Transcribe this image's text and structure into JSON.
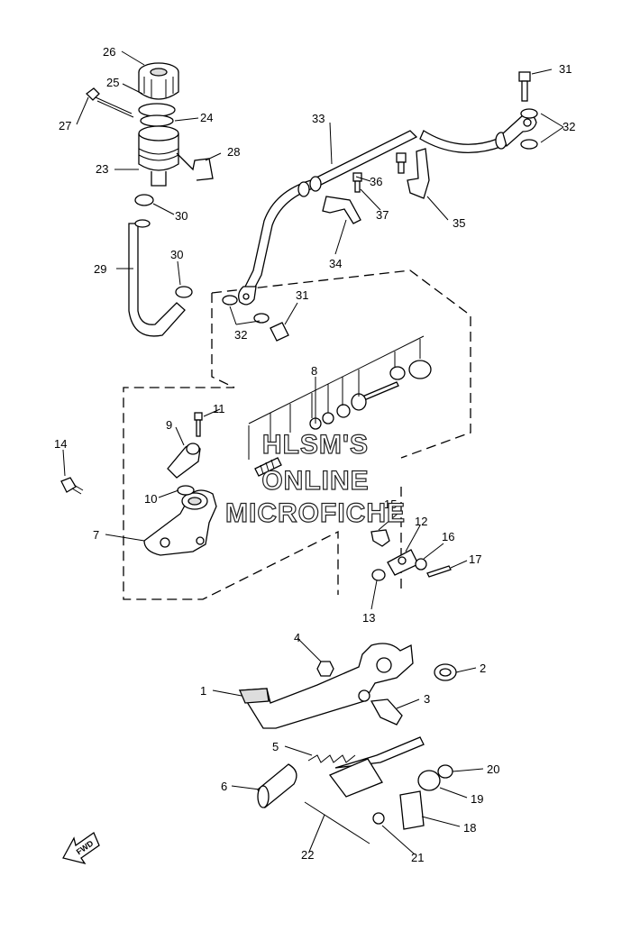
{
  "diagram": {
    "callouts": [
      "1",
      "2",
      "3",
      "4",
      "5",
      "6",
      "7",
      "8",
      "9",
      "10",
      "11",
      "12",
      "13",
      "14",
      "15",
      "16",
      "17",
      "18",
      "19",
      "20",
      "21",
      "22",
      "23",
      "24",
      "25",
      "26",
      "27",
      "28",
      "29",
      "30",
      "30",
      "31",
      "31",
      "32",
      "32",
      "33",
      "34",
      "35",
      "36",
      "37"
    ],
    "watermark": {
      "line1": "HLSM'S",
      "line2": "ONLINE",
      "line3": "MICROFICHE"
    },
    "fwd_label": "FWD"
  }
}
